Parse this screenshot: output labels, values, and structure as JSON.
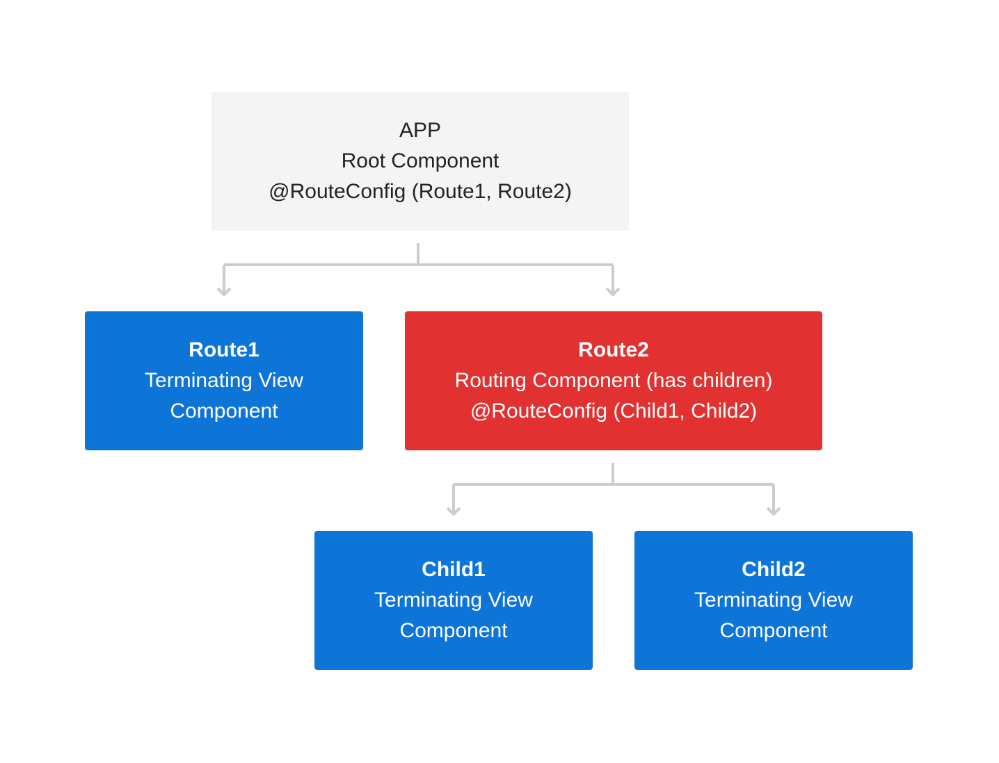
{
  "colors": {
    "app_bg": "#f4f4f4",
    "terminating": "#0d74d8",
    "routing": "#e23131",
    "connector": "#cccccc",
    "dark_text": "#222222",
    "light_text": "#ffffff"
  },
  "nodes": {
    "app": {
      "title": "APP",
      "line1": "Root Component",
      "line2": "@RouteConfig (Route1, Route2)"
    },
    "route1": {
      "title": "Route1",
      "line1": "Terminating View",
      "line2": "Component"
    },
    "route2": {
      "title": "Route2",
      "line1": "Routing Component (has children)",
      "line2": "@RouteConfig (Child1, Child2)"
    },
    "child1": {
      "title": "Child1",
      "line1": "Terminating View",
      "line2": "Component"
    },
    "child2": {
      "title": "Child2",
      "line1": "Terminating View",
      "line2": "Component"
    }
  },
  "edges": [
    {
      "from": "app",
      "to": "route1"
    },
    {
      "from": "app",
      "to": "route2"
    },
    {
      "from": "route2",
      "to": "child1"
    },
    {
      "from": "route2",
      "to": "child2"
    }
  ]
}
